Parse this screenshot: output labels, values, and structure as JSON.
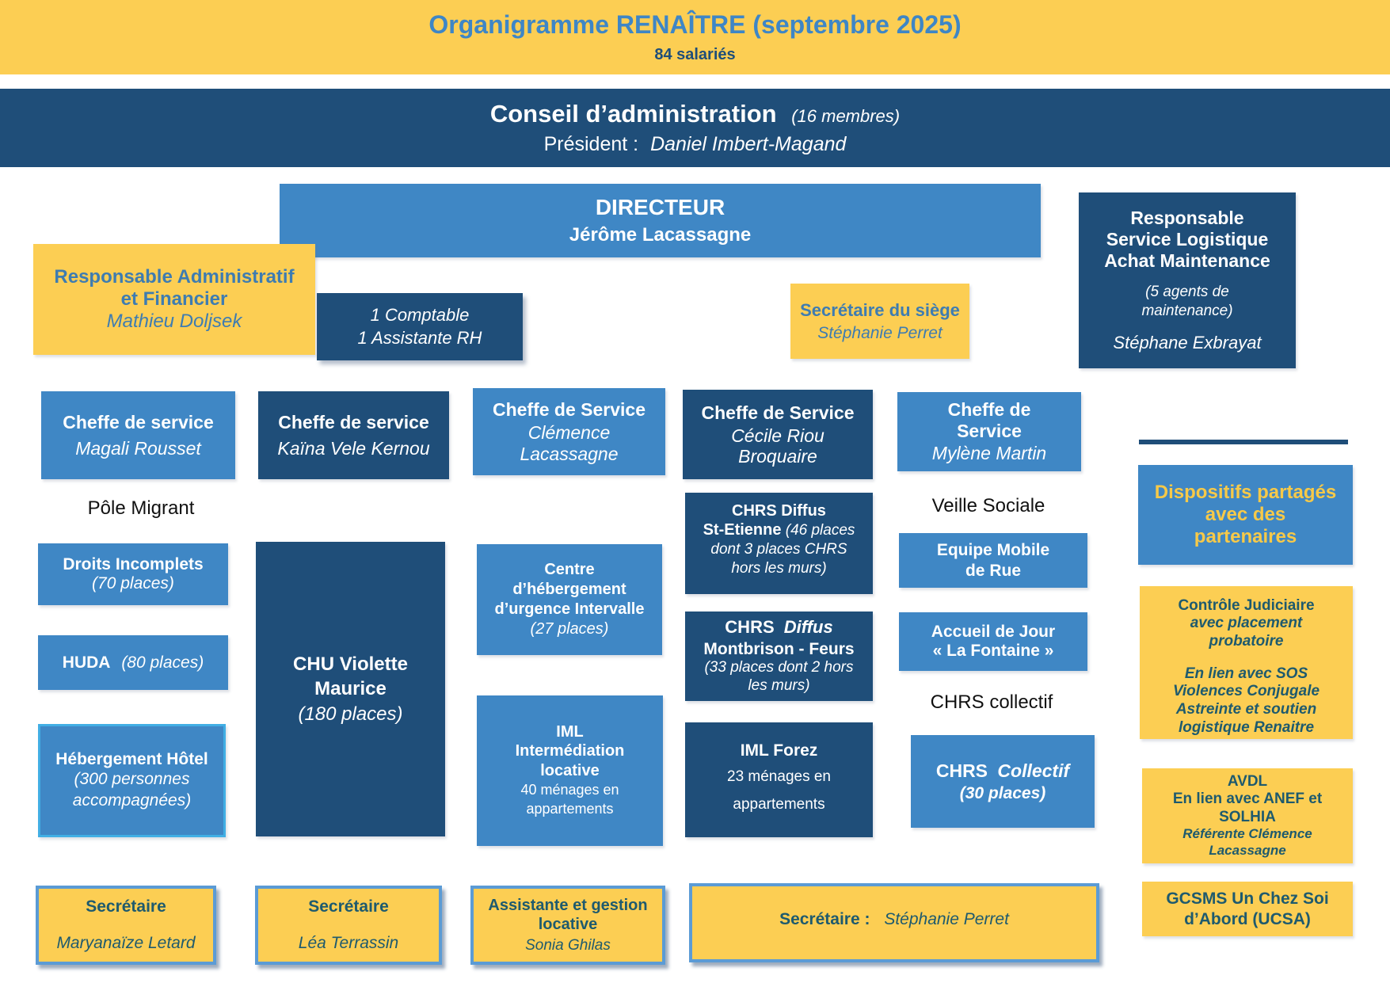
{
  "header": {
    "title": "Organigramme RENAÎTRE (septembre 2025)",
    "subtitle": "84 salariés"
  },
  "board": {
    "title": "Conseil d’administration",
    "members": "(16 membres)",
    "president_label": "Président :",
    "president_name": "Daniel Imbert-Magand"
  },
  "director": {
    "title": "DIRECTEUR",
    "name": "Jérôme Lacassagne"
  },
  "admin": {
    "raf": {
      "line1": "Responsable Administratif",
      "line2": "et Financier",
      "name": "Mathieu Doljsek"
    },
    "compta": {
      "line1": "1 Comptable",
      "line2": "1 Assistante RH"
    },
    "siege": {
      "title": "Secrétaire du siège",
      "name": "Stéphanie Perret"
    },
    "logistique": {
      "line1": "Responsable",
      "line2": "Service Logistique",
      "line3": "Achat Maintenance",
      "agents": "(5 agents de maintenance)",
      "name": "Stéphane Exbrayat"
    }
  },
  "cheffes": [
    {
      "title": "Cheffe de service",
      "name": "Magali Rousset"
    },
    {
      "title": "Cheffe de service",
      "name": "Kaïna Vele Kernou"
    },
    {
      "title": "Cheffe de Service",
      "name": "Clémence Lacassagne"
    },
    {
      "title": "Cheffe de Service",
      "name": "Cécile Riou Broquaire"
    },
    {
      "title": "Cheffe de Service",
      "name": "Mylène Martin"
    }
  ],
  "labels": {
    "pole_migrant": "Pôle Migrant",
    "veille_sociale": "Veille Sociale",
    "chrs_collectif": "CHRS collectif"
  },
  "services": {
    "droits": {
      "title": "Droits Incomplets",
      "detail": "(70 places)"
    },
    "huda": {
      "title": "HUDA",
      "detail": "(80 places)"
    },
    "hotel": {
      "title": "Hébergement Hôtel",
      "detail": "(300 personnes accompagnées)"
    },
    "chu": {
      "title": "CHU Violette Maurice",
      "detail": "(180 places)"
    },
    "intervalle": {
      "title": "Centre d’hébergement d’urgence Intervalle",
      "detail": "(27 places)"
    },
    "iml_intermediation": {
      "title": "IML",
      "subtitle": "Intermédiation locative",
      "detail": "40 ménages en appartements"
    },
    "chrs_st_etienne": {
      "title": "CHRS Diffus",
      "name": "St-Etienne",
      "detail": "(46 places dont 3 places CHRS hors les murs)"
    },
    "chrs_montbrison": {
      "prefix": "CHRS",
      "prefix_italic": "Diffus",
      "title": "Montbrison - Feurs",
      "detail": "(33 places dont 2 hors les murs)"
    },
    "iml_forez": {
      "title": "IML Forez",
      "detail": "23 ménages en appartements"
    },
    "equipe_mobile": {
      "title": "Equipe Mobile de Rue"
    },
    "accueil_jour": {
      "line1": "Accueil de Jour",
      "line2": "« La Fontaine »"
    },
    "chrs_collectif_box": {
      "prefix": "CHRS",
      "prefix_italic": "Collectif",
      "detail": "(30 places)"
    }
  },
  "partners": {
    "dispositifs_lines": [
      "Dispositifs partagés",
      "avec des",
      "partenaires"
    ],
    "controle": {
      "title": "Contrôle Judiciaire",
      "sub": "avec placement probatoire",
      "note1": "En lien avec SOS Violences Conjugale",
      "note2": "Astreinte et soutien logistique Renaitre"
    },
    "avdl": {
      "title": "AVDL",
      "sub": "En lien avec ANEF et SOLHIA",
      "ref": "Référente Clémence Lacassagne"
    },
    "gcsms": {
      "title": "GCSMS Un Chez Soi d’Abord (UCSA)"
    }
  },
  "secretaries": [
    {
      "title": "Secrétaire",
      "name": "Maryanaïze Letard"
    },
    {
      "title": "Secrétaire",
      "name": "Léa Terrassin"
    },
    {
      "title": "Assistante et gestion locative",
      "name": "Sonia Ghilas"
    },
    {
      "title": "Secrétaire :",
      "name": "Stéphanie Perret"
    }
  ],
  "colors": {
    "yellow": "#FCCE53",
    "blue": "#3F87C5",
    "navy": "#1F4E79",
    "steel_text": "#3E7CB1",
    "teal_text": "#1E5A6E",
    "border_blue": "#5B9BD5",
    "border_cyan": "#41AEE4",
    "title_blue": "#3E86C6"
  }
}
